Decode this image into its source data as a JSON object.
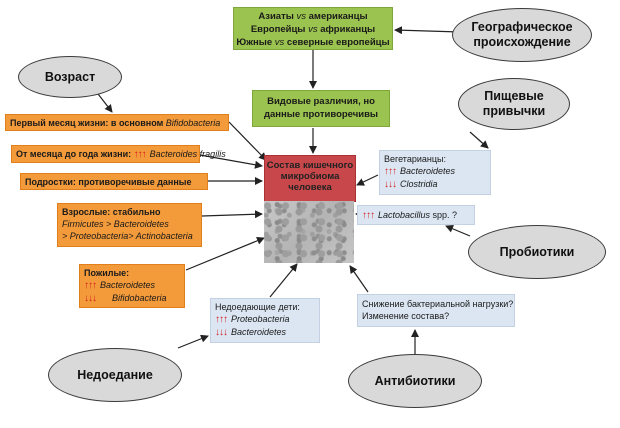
{
  "geo": {
    "line1": "Азиаты ",
    "line1_vs": "vs",
    "line1_b": " американцы",
    "line2": "Европейцы ",
    "line2_vs": "vs",
    "line2_b": " африканцы",
    "line3": "Южные ",
    "line3_vs": "vs",
    "line3_b": " северные европейцы"
  },
  "species": {
    "line1": "Видовые различия, но",
    "line2": "данные противоречивы"
  },
  "center": {
    "line1": "Состав кишечного",
    "line2": "микробиома",
    "line3": "человека"
  },
  "ovals": {
    "age": "Возраст",
    "geo_line1": "Географическое",
    "geo_line2": "происхождение",
    "diet_line1": "Пищевые",
    "diet_line2": "привычки",
    "probiotics": "Пробиотики",
    "undernutrition": "Недоедание",
    "antibiotics": "Антибиотики"
  },
  "age_boxes": {
    "first_month": "Первый месяц жизни: в основном ",
    "first_month_it": "Bifidobacteria",
    "month_year": "От месяца до года жизни: ",
    "month_year_arrows": "↑↑↑",
    "month_year_it": "Bacteroides fragilis",
    "teens": "Подростки: противоречивые данные",
    "adults": "Взрослые: стабильно",
    "adults_l2": "Firmicutes > Bacteroidetes",
    "adults_l3a": "> Proteobacteria",
    "adults_l3b": "> Actinobacteria",
    "elderly": "Пожилые:",
    "elderly_up": "↑↑↑",
    "elderly_up_it": "Bacteroidetes",
    "elderly_down": "↓↓↓",
    "elderly_down_it": "Bifidobacteria"
  },
  "vegetarians": {
    "title": "Вегетарианцы:",
    "up": "↑↑↑",
    "up_it": "Bacteroidetes",
    "down": "↓↓↓",
    "down_it": "Clostridia"
  },
  "lactobacillus": {
    "arrows": "↑↑↑",
    "it": "Lactobacillus",
    "tail": " spp. ?"
  },
  "undernourished": {
    "title": "Недоедающие дети:",
    "up": "↑↑↑",
    "up_it": "Proteobacteria",
    "down": "↓↓↓",
    "down_it": "Bacteroidetes"
  },
  "antibiotic_box": {
    "line1": "Снижение бактериальной нагрузки?",
    "line2": "Изменение состава?"
  },
  "colors": {
    "green": "#9bc34f",
    "orange": "#f39a3a",
    "blue": "#dce6f2",
    "red": "#c8474a",
    "oval": "#d9d9d9",
    "arrow_red": "#d31f1f"
  }
}
